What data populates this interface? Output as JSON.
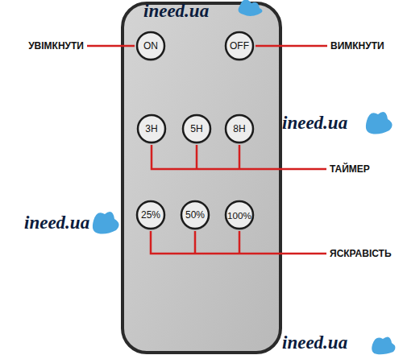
{
  "diagram": {
    "nodes": [
      {
        "text": [
          "ON"
        ]
      },
      {
        "text": [
          "OFF"
        ]
      },
      {
        "text": [
          "3H"
        ]
      },
      {
        "text": [
          "5H"
        ]
      },
      {
        "text": [
          "8H"
        ]
      },
      {
        "text": [
          "25%"
        ]
      },
      {
        "text": [
          "50%"
        ]
      },
      {
        "text": [
          "100%"
        ]
      }
    ],
    "labels": [
      "ineed.ua",
      "УВІМКНУТИ",
      "ВИМКНУТИ",
      "ineed.ua",
      "ТАЙМЕР",
      "ineed.ua",
      "ЯСКРАВІСТЬ",
      "ineed.ua"
    ]
  }
}
